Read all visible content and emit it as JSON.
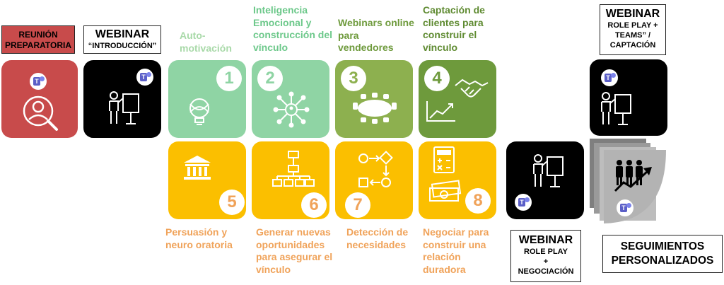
{
  "colors": {
    "light_green": "#8fd4a4",
    "olive_green": "#8db04f",
    "dark_green": "#6e9a3c",
    "yellow": "#fbbf00",
    "red": "#c84b4b",
    "black": "#000000",
    "orange_text": "#f0a35a",
    "grey": "#b3b3b3"
  },
  "left": {
    "reunion": {
      "line1": "REUNIÓN",
      "line2": "PREPARATORIA"
    },
    "webinar_intro": {
      "line1": "WEBINAR",
      "line2": "“INTRODUCCIÓN”"
    }
  },
  "modules": [
    {
      "number": "1",
      "icon": "lightbulb-icon",
      "label": [
        "Auto-",
        "motivación"
      ]
    },
    {
      "number": "2",
      "icon": "network-icon",
      "label": [
        "Inteligencia",
        "Emocional y",
        "construcción del",
        "vínculo"
      ]
    },
    {
      "number": "3",
      "icon": "meeting-table-icon",
      "label": [
        "Webinars online",
        "para",
        "vendedores"
      ]
    },
    {
      "number": "4",
      "icon": "handshake-chart-icon",
      "label": [
        "Captación de",
        "clientes para",
        "construir el",
        "vínculo"
      ]
    },
    {
      "number": "5",
      "icon": "bank-icon",
      "label": [
        "Persuasión y",
        "neuro oratoria"
      ]
    },
    {
      "number": "6",
      "icon": "org-chart-icon",
      "label": [
        "Generar nuevas",
        "oportunidades",
        "para asegurar el",
        "vínculo"
      ]
    },
    {
      "number": "7",
      "icon": "process-flow-icon",
      "label": [
        "Detección de",
        "necesidades"
      ]
    },
    {
      "number": "8",
      "icon": "calculator-money-icon",
      "label": [
        "Negociar para",
        "construir una",
        "relación",
        "duradora"
      ]
    }
  ],
  "right": {
    "webinar_captacion": {
      "line1": "WEBINAR",
      "line2": "ROLE PLAY +",
      "line3": "TEAMS” /",
      "line4": "CAPTACIÓN"
    },
    "webinar_negociacion": {
      "line1": "WEBINAR",
      "line2": "ROLE PLAY",
      "line3": "+",
      "line4": "NEGOCIACIÓN"
    },
    "seguimientos": {
      "line1": "SEGUIMIENTOS",
      "line2": "PERSONALIZADOS"
    }
  },
  "teams_badge": "T"
}
